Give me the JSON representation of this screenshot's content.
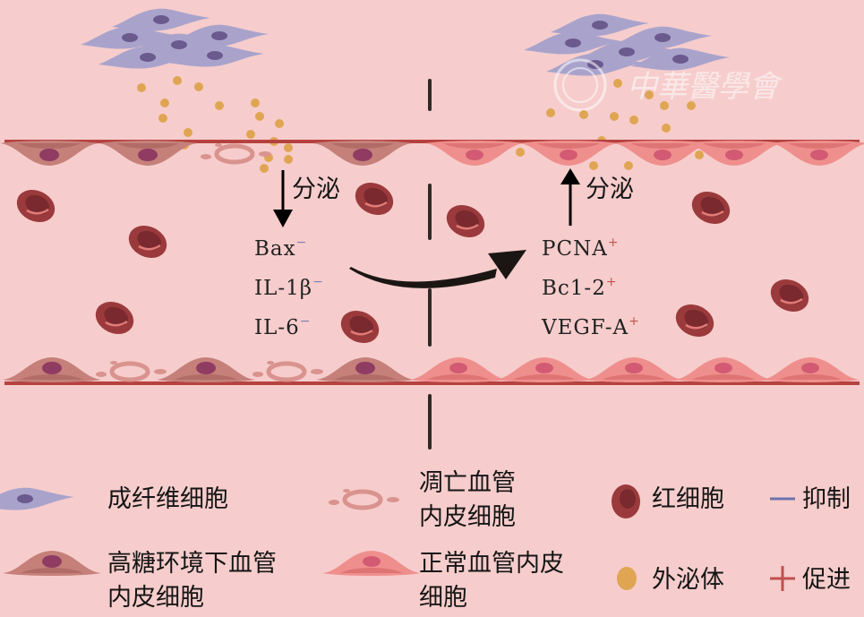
{
  "watermark": "中華醫學會",
  "left_panel": {
    "secrete_label": "分泌",
    "markers": [
      {
        "name": "Bax",
        "sign": "−"
      },
      {
        "name": "IL-1β",
        "sign": "−"
      },
      {
        "name": "IL-6",
        "sign": "−"
      }
    ]
  },
  "right_panel": {
    "secrete_label": "分泌",
    "markers": [
      {
        "name": "PCNA",
        "sign": "+"
      },
      {
        "name": "Bc1-2",
        "sign": "+"
      },
      {
        "name": "VEGF-A",
        "sign": "+"
      }
    ]
  },
  "legend": {
    "fibroblast": "成纤维细胞",
    "apoptotic_line1": "凋亡血管",
    "apoptotic_line2": "内皮细胞",
    "rbc": "红细胞",
    "inhibit": "抑制",
    "hg_line1": "高糖环境下血管",
    "hg_line2": "内皮细胞",
    "normal_line1": "正常血管内皮",
    "normal_line2": "细胞",
    "exosome": "外泌体",
    "promote": "促进"
  },
  "colors": {
    "background": "#f6cdcc",
    "vessel": "#b5423f",
    "fibroblast": "#a9a3cc",
    "exosome": "#e0a552",
    "rbc": "#9b3a3c",
    "inhibit": "#6f72ad",
    "promote": "#c0504d"
  }
}
